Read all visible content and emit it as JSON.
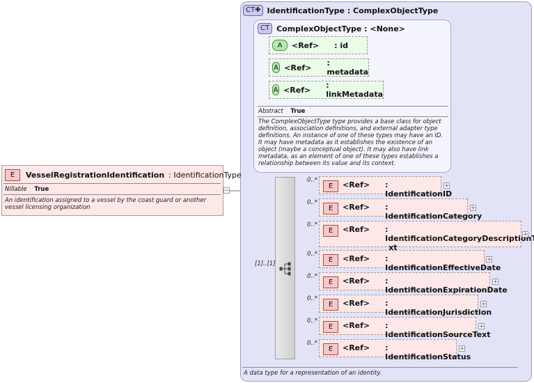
{
  "outer_type": {
    "badge": "CT✚",
    "title": "IdentificationType : ComplexObjectType",
    "footer_doc": "A data type for a representation of an identity."
  },
  "inner_type": {
    "badge": "CT",
    "title": "ComplexObjectType : <None>",
    "attributes": [
      {
        "badge": "A",
        "ref": "<Ref>",
        "name": ": id"
      },
      {
        "badge": "A",
        "ref": "<Ref>",
        "name": ": metadata"
      },
      {
        "badge": "A",
        "ref": "<Ref>",
        "name": ": linkMetadata"
      }
    ],
    "abstract_label": "Abstract",
    "abstract_value": "True",
    "doc": "The ComplexObjectType type provides a base class for object definition, association definitions, and external adapter type definitions. An instance of one of these types may have an ID. It may have metadata as it establishes the existence of an object (maybe a conceptual object). It may also have link metadata, as an element of one of these types establishes a relationship between its value and its context."
  },
  "sequence": {
    "cardinality": "[1]..[1]",
    "elements": [
      {
        "card": "0..*",
        "badge": "E",
        "ref": "<Ref>",
        "name": ": IdentificationID"
      },
      {
        "card": "0..*",
        "badge": "E",
        "ref": "<Ref>",
        "name": ": IdentificationCategory"
      },
      {
        "card": "0..*",
        "badge": "E",
        "ref": "<Ref>",
        "name": ": IdentificationCategoryDescriptionTe",
        "name2": "xt"
      },
      {
        "card": "0..*",
        "badge": "E",
        "ref": "<Ref>",
        "name": ": IdentificationEffectiveDate"
      },
      {
        "card": "0..*",
        "badge": "E",
        "ref": "<Ref>",
        "name": ": IdentificationExpirationDate"
      },
      {
        "card": "0..*",
        "badge": "E",
        "ref": "<Ref>",
        "name": ": IdentificationJurisdiction"
      },
      {
        "card": "0..*",
        "badge": "E",
        "ref": "<Ref>",
        "name": ": IdentificationSourceText"
      },
      {
        "card": "0..*",
        "badge": "E",
        "ref": "<Ref>",
        "name": ": IdentificationStatus"
      }
    ]
  },
  "main_element": {
    "badge": "E",
    "name": "VesselRegistrationIdentification",
    "type": ": IdentificationType",
    "nillable_label": "Nillable",
    "nillable_value": "True",
    "doc": "An identification assigned to a vessel by the coast guard or another vessel licensing organization",
    "expand_symbol": "−"
  },
  "plus_symbol": "+"
}
